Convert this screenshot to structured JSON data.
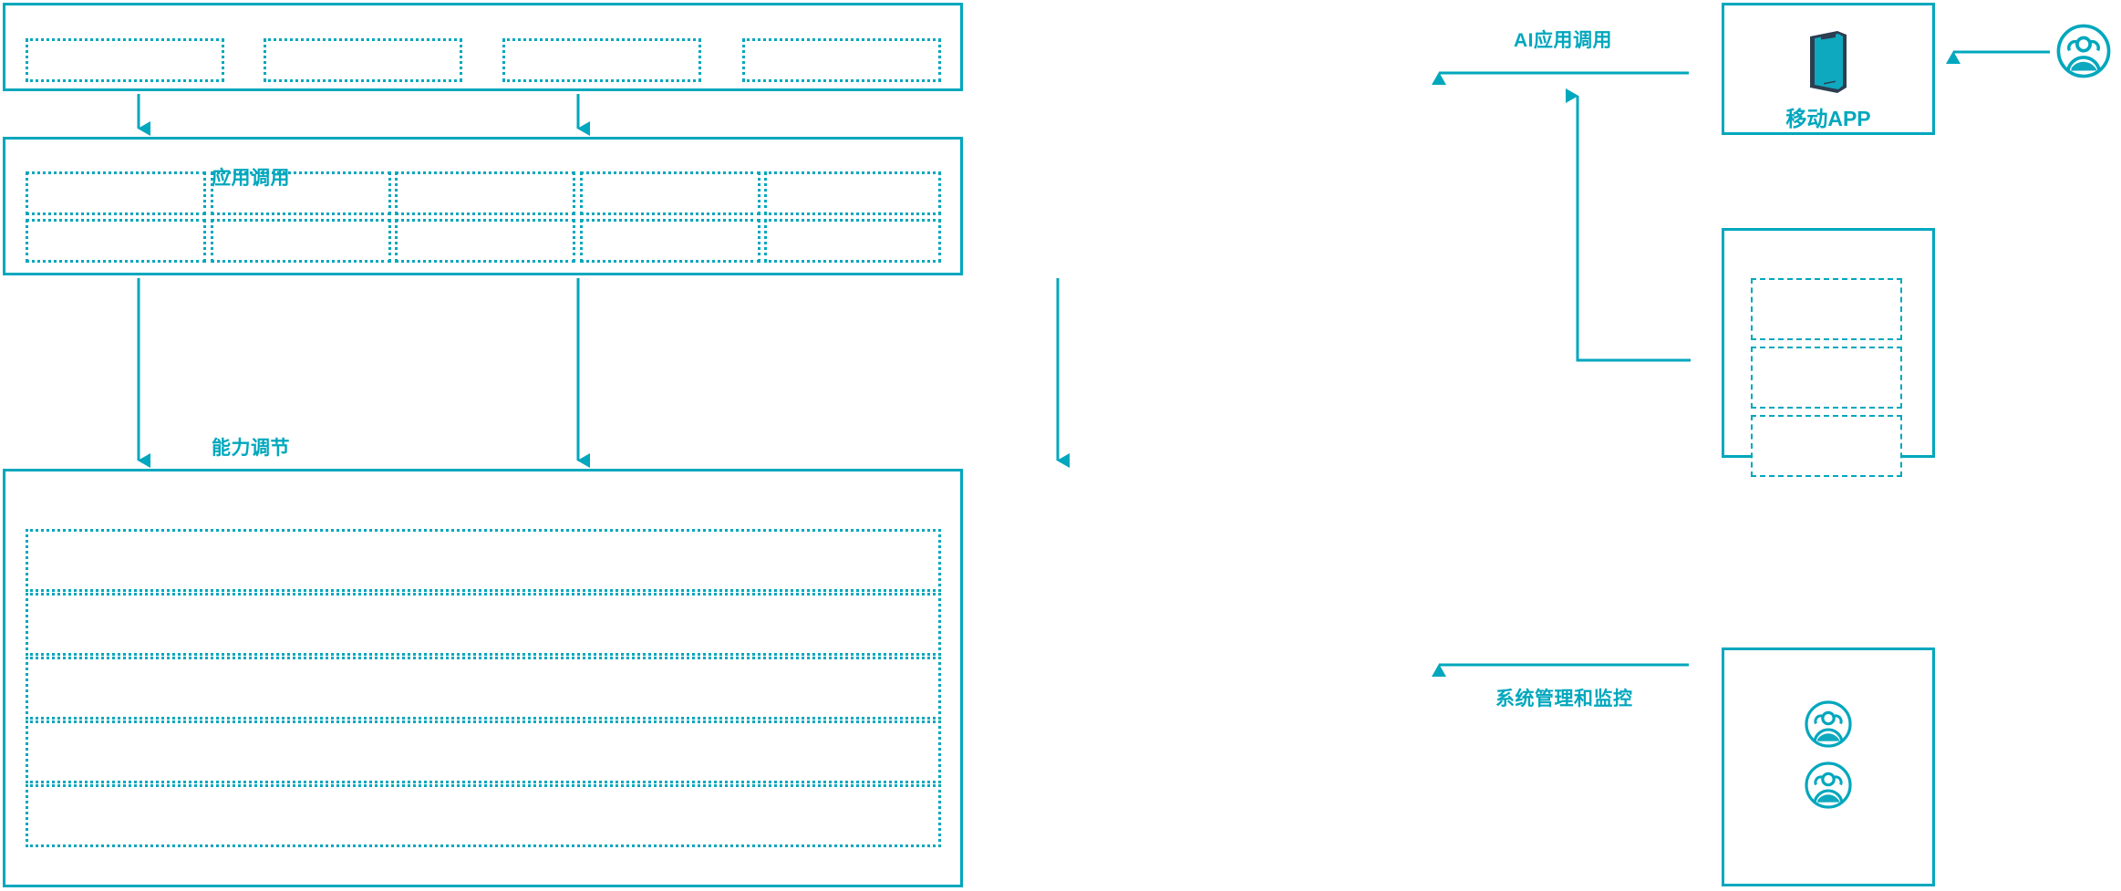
{
  "theme": {
    "accent": "#00a7bd",
    "accent_dark": "#2d3e50",
    "background": "#ffffff"
  },
  "diagram": {
    "title": "",
    "type": "layered-architecture-flow"
  },
  "layers": [
    {
      "id": "application-layer",
      "slots": [
        {
          "id": "app-slot-1",
          "label": ""
        },
        {
          "id": "app-slot-2",
          "label": ""
        },
        {
          "id": "app-slot-3",
          "label": ""
        },
        {
          "id": "app-slot-4",
          "label": ""
        }
      ]
    },
    {
      "id": "capability-layer",
      "slots": [
        {
          "id": "cap-slot-r1c1",
          "label": ""
        },
        {
          "id": "cap-slot-r1c2",
          "label": ""
        },
        {
          "id": "cap-slot-r1c3",
          "label": ""
        },
        {
          "id": "cap-slot-r1c4",
          "label": ""
        },
        {
          "id": "cap-slot-r1c5",
          "label": ""
        },
        {
          "id": "cap-slot-r2c1",
          "label": ""
        },
        {
          "id": "cap-slot-r2c2",
          "label": ""
        },
        {
          "id": "cap-slot-r2c3",
          "label": ""
        },
        {
          "id": "cap-slot-r2c4",
          "label": ""
        },
        {
          "id": "cap-slot-r2c5",
          "label": ""
        }
      ]
    },
    {
      "id": "platform-layer",
      "slots": [
        {
          "id": "plat-row-1",
          "label": ""
        },
        {
          "id": "plat-row-2",
          "label": ""
        },
        {
          "id": "plat-row-3",
          "label": ""
        },
        {
          "id": "plat-row-4",
          "label": ""
        },
        {
          "id": "plat-row-5",
          "label": ""
        }
      ]
    }
  ],
  "flows": [
    {
      "id": "flow-app-call",
      "label": "应用调用"
    },
    {
      "id": "flow-capability-tune",
      "label": "能力调节"
    },
    {
      "id": "flow-ai-app-call",
      "label": "AI应用调用"
    },
    {
      "id": "flow-sys-monitor",
      "label": "系统管理和监控"
    }
  ],
  "side_panels": [
    {
      "id": "mobile-app-panel",
      "caption": "移动APP",
      "icon": "mobile-phone-icon",
      "slots": []
    },
    {
      "id": "terminal-panel",
      "caption": "",
      "icon": "",
      "slots": [
        {
          "id": "terminal-slot-1",
          "label": ""
        },
        {
          "id": "terminal-slot-2",
          "label": ""
        },
        {
          "id": "terminal-slot-3",
          "label": ""
        }
      ]
    },
    {
      "id": "operations-panel",
      "caption": "",
      "icon": "users-group-icon",
      "slots": [
        {
          "id": "operator-1",
          "label": ""
        },
        {
          "id": "operator-2",
          "label": ""
        }
      ]
    }
  ],
  "actors": [
    {
      "id": "end-user-actor",
      "icon": "users-group-icon",
      "label": ""
    }
  ]
}
